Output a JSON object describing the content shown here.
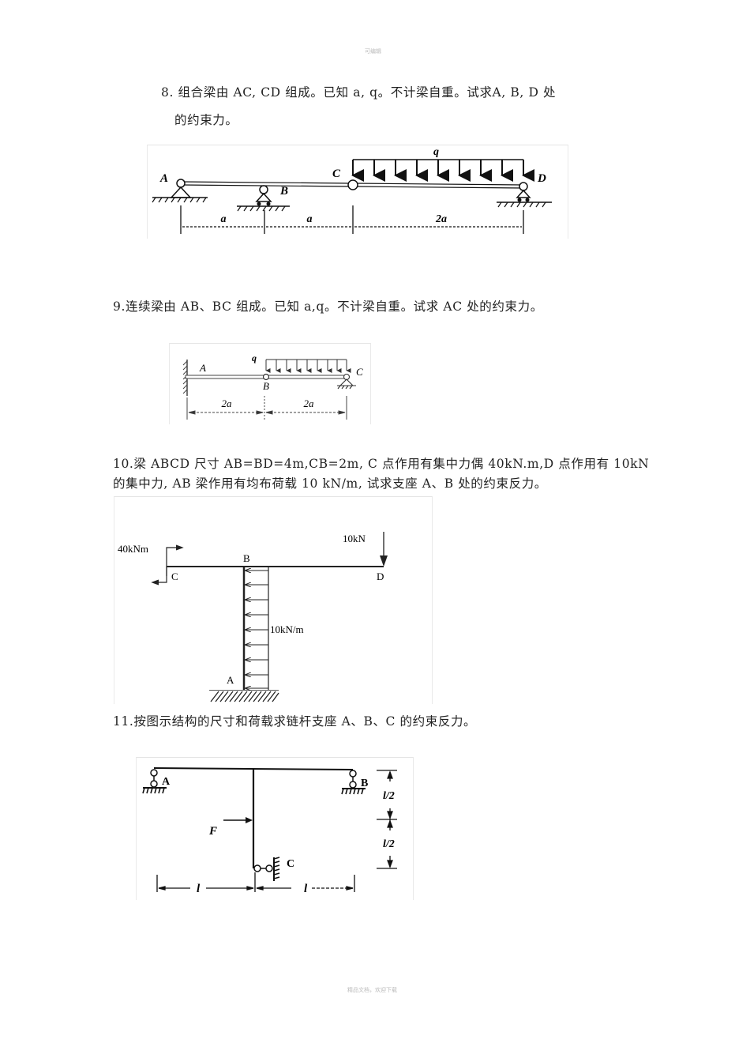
{
  "header": {
    "text": "可编辑"
  },
  "footer": {
    "text": "精品文档，欢迎下载"
  },
  "problems": [
    {
      "number": "8.",
      "line1": "8.  组合梁由 AC, CD 组成。已知 a, q。不计梁自重。试求A, B, D     处",
      "line2": "的约束力。",
      "figure": {
        "points": [
          "A",
          "B",
          "C",
          "D"
        ],
        "load": "q",
        "dims": [
          "a",
          "a",
          "2a"
        ]
      }
    },
    {
      "number": "9.",
      "line1": "9.连续梁由 AB、BC 组成。已知 a,q。不计梁自重。试求 AC 处的约束力。",
      "figure": {
        "points": [
          "A",
          "B",
          "C"
        ],
        "load": "q",
        "dims": [
          "2a",
          "2a"
        ]
      }
    },
    {
      "number": "10.",
      "line1": "10.梁 ABCD 尺寸 AB=BD=4m,CB=2m, C 点作用有集中力偶 40kN.m,D 点作用有 10kN",
      "line2": "的集中力, AB 梁作用有均布荷载 10 kN/m, 试求支座 A、B 处的约束反力。",
      "figure": {
        "points": [
          "A",
          "B",
          "C",
          "D"
        ],
        "moment": "40kNm",
        "point_load": "10kN",
        "dist_load": "10kN/m"
      }
    },
    {
      "number": "11.",
      "line1": "11.按图示结构的尺寸和荷载求链杆支座 A、B、C 的约束反力。",
      "figure": {
        "points": [
          "A",
          "B",
          "C"
        ],
        "force": "F",
        "dims_h": [
          "l",
          "l"
        ],
        "dims_v": [
          "l/2",
          "l/2"
        ]
      }
    }
  ]
}
